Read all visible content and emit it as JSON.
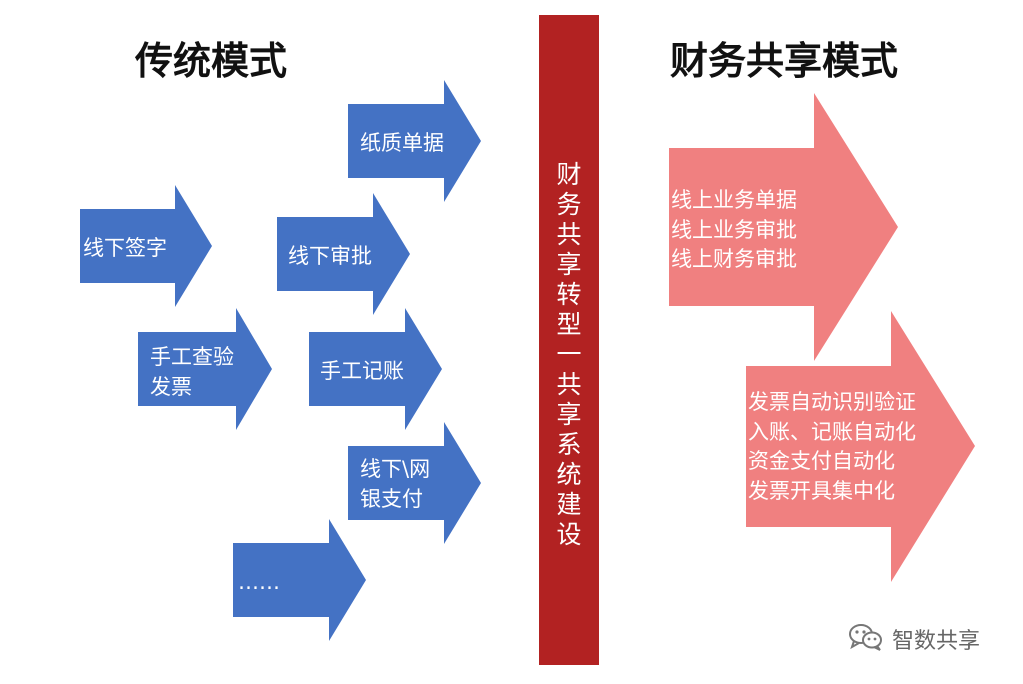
{
  "left_title": "传统模式",
  "right_title": "财务共享模式",
  "left_arrows": [
    {
      "lines": [
        "线下签字"
      ]
    },
    {
      "lines": [
        "手工查验",
        "发票"
      ]
    },
    {
      "lines": [
        "纸质单据"
      ]
    },
    {
      "lines": [
        "线下审批"
      ]
    },
    {
      "lines": [
        "手工记账"
      ]
    },
    {
      "lines": [
        "线下\\网",
        "银支付"
      ]
    },
    {
      "lines": [
        "……"
      ]
    }
  ],
  "divider_text": "财务共享转型一共享系统建设",
  "right_arrows": [
    {
      "lines": [
        "线上业务单据",
        "线上业务审批",
        "线上财务审批"
      ]
    },
    {
      "lines": [
        "发票自动识别验证",
        "入账、记账自动化",
        "资金支付自动化",
        "发票开具集中化"
      ]
    }
  ],
  "watermark": {
    "icon": "wechat-icon",
    "text": "智数共享"
  },
  "colors": {
    "blue_arrow": "#4472c4",
    "pink_arrow": "#f08080",
    "divider": "#b22222"
  }
}
